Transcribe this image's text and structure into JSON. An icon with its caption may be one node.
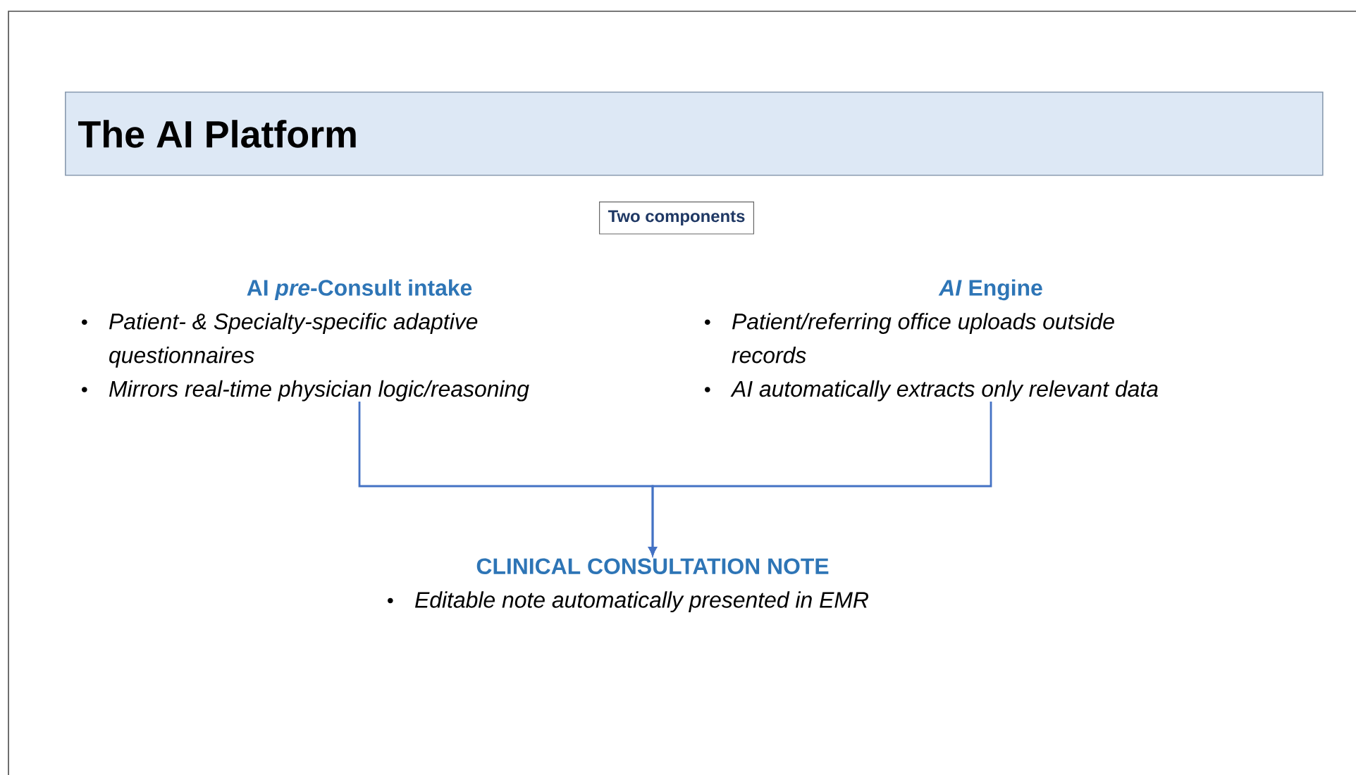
{
  "diagram": {
    "title": "The AI Platform",
    "nodes": [
      {
        "text": [
          "Two components"
        ]
      },
      {
        "text": [
          "AI *pre*-Consult intake",
          "Patient- & Specialty-specific adaptive questionnaires",
          "Mirrors real-time physician logic/reasoning"
        ]
      },
      {
        "text": [
          "*AI* Engine",
          "Patient/referring office uploads outside records",
          "AI automatically extracts only relevant data"
        ]
      },
      {
        "text": [
          "CLINICAL CONSULTATION NOTE",
          "Editable note automatically presented in EMR"
        ]
      }
    ],
    "edges": [
      {
        "from": 1,
        "to": 3,
        "arrow": "to"
      },
      {
        "from": 2,
        "to": 3,
        "arrow": "to"
      }
    ]
  }
}
